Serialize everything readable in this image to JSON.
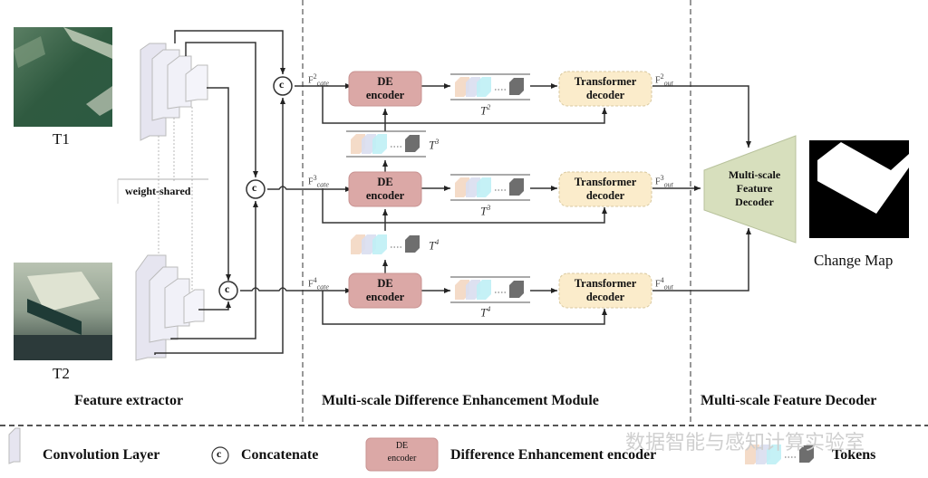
{
  "figure": {
    "sections": {
      "feature_extractor": "Feature extractor",
      "mde_module": "Multi-scale Difference Enhancement Module",
      "feature_decoder": "Multi-scale Feature Decoder"
    },
    "inputs": {
      "t1": "T1",
      "t2": "T2"
    },
    "weight_shared": "weight-shared",
    "concat_symbol": "c",
    "rows": [
      {
        "fcate_base": "F",
        "fcate_sup": "2",
        "fcate_sub": "cate",
        "de_line1": "DE",
        "de_line2": "encoder",
        "token_label_base": "T",
        "token_label_sup": "2",
        "td_line1": "Transformer",
        "td_line2": "decoder",
        "fout_base": "F",
        "fout_sup": "2",
        "fout_sub": "out"
      },
      {
        "fcate_base": "F",
        "fcate_sup": "3",
        "fcate_sub": "cate",
        "de_line1": "DE",
        "de_line2": "encoder",
        "token_label_base": "T",
        "token_label_sup": "3",
        "td_line1": "Transformer",
        "td_line2": "decoder",
        "fout_base": "F",
        "fout_sup": "3",
        "fout_sub": "out"
      },
      {
        "fcate_base": "F",
        "fcate_sup": "4",
        "fcate_sub": "cate",
        "de_line1": "DE",
        "de_line2": "encoder",
        "token_label_base": "T",
        "token_label_sup": "4",
        "td_line1": "Transformer",
        "td_line2": "decoder",
        "fout_base": "F",
        "fout_sup": "4",
        "fout_sub": "out"
      }
    ],
    "between_tokens": [
      {
        "base": "T",
        "sup": "3"
      },
      {
        "base": "T",
        "sup": "4"
      }
    ],
    "decoder": {
      "line1": "Multi-scale",
      "line2": "Feature",
      "line3": "Decoder"
    },
    "output": {
      "label": "Change Map"
    },
    "colors": {
      "de_encoder": "#dba8a6",
      "transformer_decoder": "#fbeccb",
      "feature_decoder": "#d7dfbd",
      "conv_layer": "#ecebf5",
      "line": "#333333"
    }
  },
  "legend": {
    "conv_layer": "Convolution Layer",
    "concat_symbol": "c",
    "concatenate": "Concatenate",
    "de_line1": "DE",
    "de_line2": "encoder",
    "de_desc": "Difference Enhancement encoder",
    "tokens": "Tokens"
  },
  "watermark": "数据智能与感知计算实验室"
}
